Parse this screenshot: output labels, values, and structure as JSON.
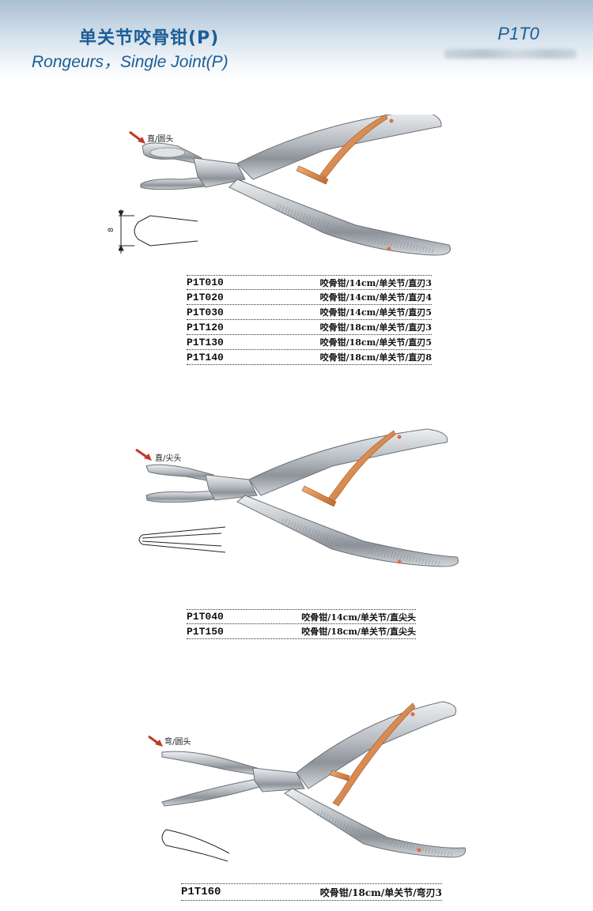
{
  "header": {
    "title_cn": "单关节咬骨钳(P)",
    "title_en": "Rongeurs，Single Joint(P)",
    "catalog_code": "P1T0"
  },
  "figures": [
    {
      "tip_label": "直/圆头",
      "dimension_label": "8"
    },
    {
      "tip_label": "直/尖头"
    },
    {
      "tip_label": "弯/圆头"
    }
  ],
  "groups": [
    {
      "rows": [
        {
          "code": "P1T010",
          "desc": "咬骨钳/14cm/单关节/直刃3"
        },
        {
          "code": "P1T020",
          "desc": "咬骨钳/14cm/单关节/直刃4"
        },
        {
          "code": "P1T030",
          "desc": "咬骨钳/14cm/单关节/直刃5"
        },
        {
          "code": "P1T120",
          "desc": "咬骨钳/18cm/单关节/直刃3"
        },
        {
          "code": "P1T130",
          "desc": "咬骨钳/18cm/单关节/直刃5"
        },
        {
          "code": "P1T140",
          "desc": "咬骨钳/18cm/单关节/直刃8"
        }
      ]
    },
    {
      "rows": [
        {
          "code": "P1T040",
          "desc": "咬骨钳/14cm/单关节/直尖头"
        },
        {
          "code": "P1T150",
          "desc": "咬骨钳/18cm/单关节/直尖头"
        }
      ]
    },
    {
      "rows": [
        {
          "code": "P1T160",
          "desc": "咬骨钳/18cm/单关节/弯刃3"
        }
      ]
    }
  ],
  "colors": {
    "title": "#1b5e96",
    "copper": "#d98a4e",
    "steel": "#b9bec3",
    "arrow": "#c0392b"
  }
}
